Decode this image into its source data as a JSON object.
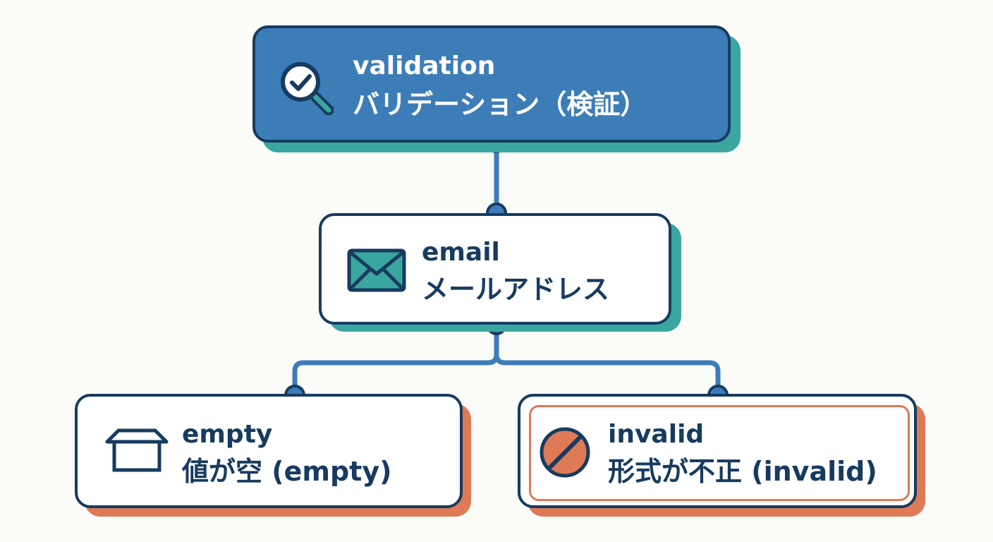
{
  "colors": {
    "navy": "#173b60",
    "blue": "#3c7db8",
    "teal": "#3aa6a0",
    "coral": "#de7a55",
    "white": "#ffffff",
    "background": "#fbfbf8"
  },
  "nodes": {
    "validation": {
      "en": "validation",
      "ja": "バリデーション（検証）",
      "icon": "magnifier-check-icon"
    },
    "email": {
      "en": "email",
      "ja": "メールアドレス",
      "icon": "envelope-icon"
    },
    "empty": {
      "en": "empty",
      "ja": "値が空 (empty)",
      "icon": "empty-box-icon"
    },
    "invalid": {
      "en": "invalid",
      "ja": "形式が不正 (invalid)",
      "icon": "prohibited-icon"
    }
  },
  "edges": [
    {
      "from": "validation",
      "to": "email"
    },
    {
      "from": "email",
      "to": "empty"
    },
    {
      "from": "email",
      "to": "invalid"
    }
  ]
}
